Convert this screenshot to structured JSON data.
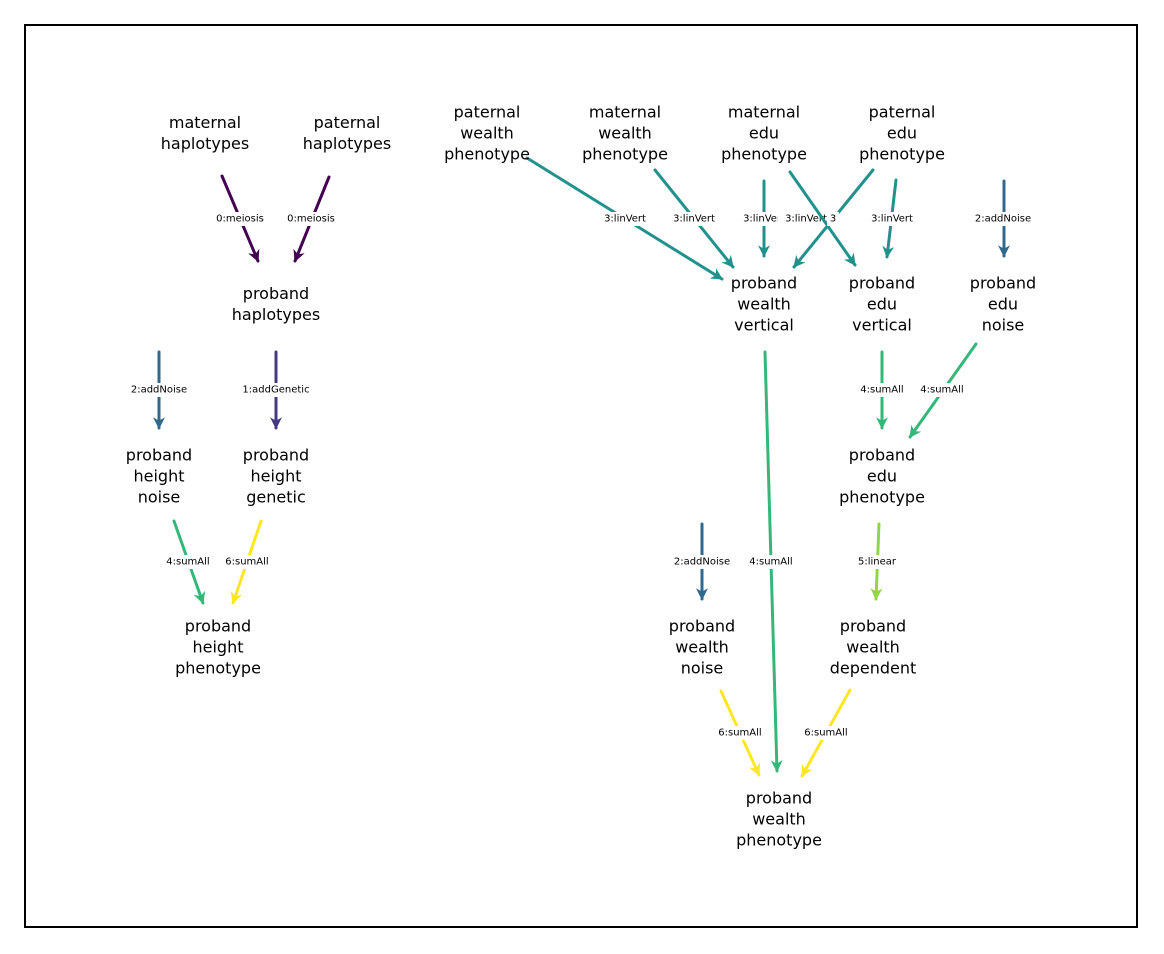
{
  "nodes": [
    {
      "id": "maternal_haplotypes",
      "lines": [
        "maternal",
        "haplotypes"
      ]
    },
    {
      "id": "paternal_haplotypes",
      "lines": [
        "paternal",
        "haplotypes"
      ]
    },
    {
      "id": "paternal_wealth_phenotype",
      "lines": [
        "paternal",
        "wealth",
        "phenotype"
      ]
    },
    {
      "id": "maternal_wealth_phenotype",
      "lines": [
        "maternal",
        "wealth",
        "phenotype"
      ]
    },
    {
      "id": "maternal_edu_phenotype",
      "lines": [
        "maternal",
        "edu",
        "phenotype"
      ]
    },
    {
      "id": "paternal_edu_phenotype",
      "lines": [
        "paternal",
        "edu",
        "phenotype"
      ]
    },
    {
      "id": "proband_haplotypes",
      "lines": [
        "proband",
        "haplotypes"
      ]
    },
    {
      "id": "proband_wealth_vertical",
      "lines": [
        "proband",
        "wealth",
        "vertical"
      ]
    },
    {
      "id": "proband_edu_vertical",
      "lines": [
        "proband",
        "edu",
        "vertical"
      ]
    },
    {
      "id": "proband_edu_noise",
      "lines": [
        "proband",
        "edu",
        "noise"
      ]
    },
    {
      "id": "proband_height_noise",
      "lines": [
        "proband",
        "height",
        "noise"
      ]
    },
    {
      "id": "proband_height_genetic",
      "lines": [
        "proband",
        "height",
        "genetic"
      ]
    },
    {
      "id": "proband_edu_phenotype",
      "lines": [
        "proband",
        "edu",
        "phenotype"
      ]
    },
    {
      "id": "proband_height_phenotype",
      "lines": [
        "proband",
        "height",
        "phenotype"
      ]
    },
    {
      "id": "proband_wealth_noise",
      "lines": [
        "proband",
        "wealth",
        "noise"
      ]
    },
    {
      "id": "proband_wealth_dependent",
      "lines": [
        "proband",
        "wealth",
        "dependent"
      ]
    },
    {
      "id": "proband_wealth_phenotype",
      "lines": [
        "proband",
        "wealth",
        "phenotype"
      ]
    }
  ],
  "edges": [
    {
      "label": "0:meiosis",
      "color": "#440154"
    },
    {
      "label": "0:meiosis",
      "color": "#440154"
    },
    {
      "label": "3:linVert",
      "color": "#21918c"
    },
    {
      "label": "3:linVert",
      "color": "#21918c"
    },
    {
      "label": "3:linVert",
      "color": "#21918c"
    },
    {
      "label": "3:linVert",
      "color": "#21918c"
    },
    {
      "label": "3",
      "color": "#21918c"
    },
    {
      "label": "3:linVert",
      "color": "#21918c"
    },
    {
      "label": "2:addNoise",
      "color": "#31688e"
    },
    {
      "label": "2:addNoise",
      "color": "#31688e"
    },
    {
      "label": "1:addGenetic",
      "color": "#443983"
    },
    {
      "label": "4:sumAll",
      "color": "#35b779"
    },
    {
      "label": "4:sumAll",
      "color": "#35b779"
    },
    {
      "label": "4:sumAll",
      "color": "#35b779"
    },
    {
      "label": "4:sumAll",
      "color": "#35b779"
    },
    {
      "label": "6:sumAll",
      "color": "#fde725"
    },
    {
      "label": "2:addNoise",
      "color": "#31688e"
    },
    {
      "label": "5:linear",
      "color": "#90d743"
    },
    {
      "label": "6:sumAll",
      "color": "#fde725"
    },
    {
      "label": "6:sumAll",
      "color": "#fde725"
    }
  ]
}
